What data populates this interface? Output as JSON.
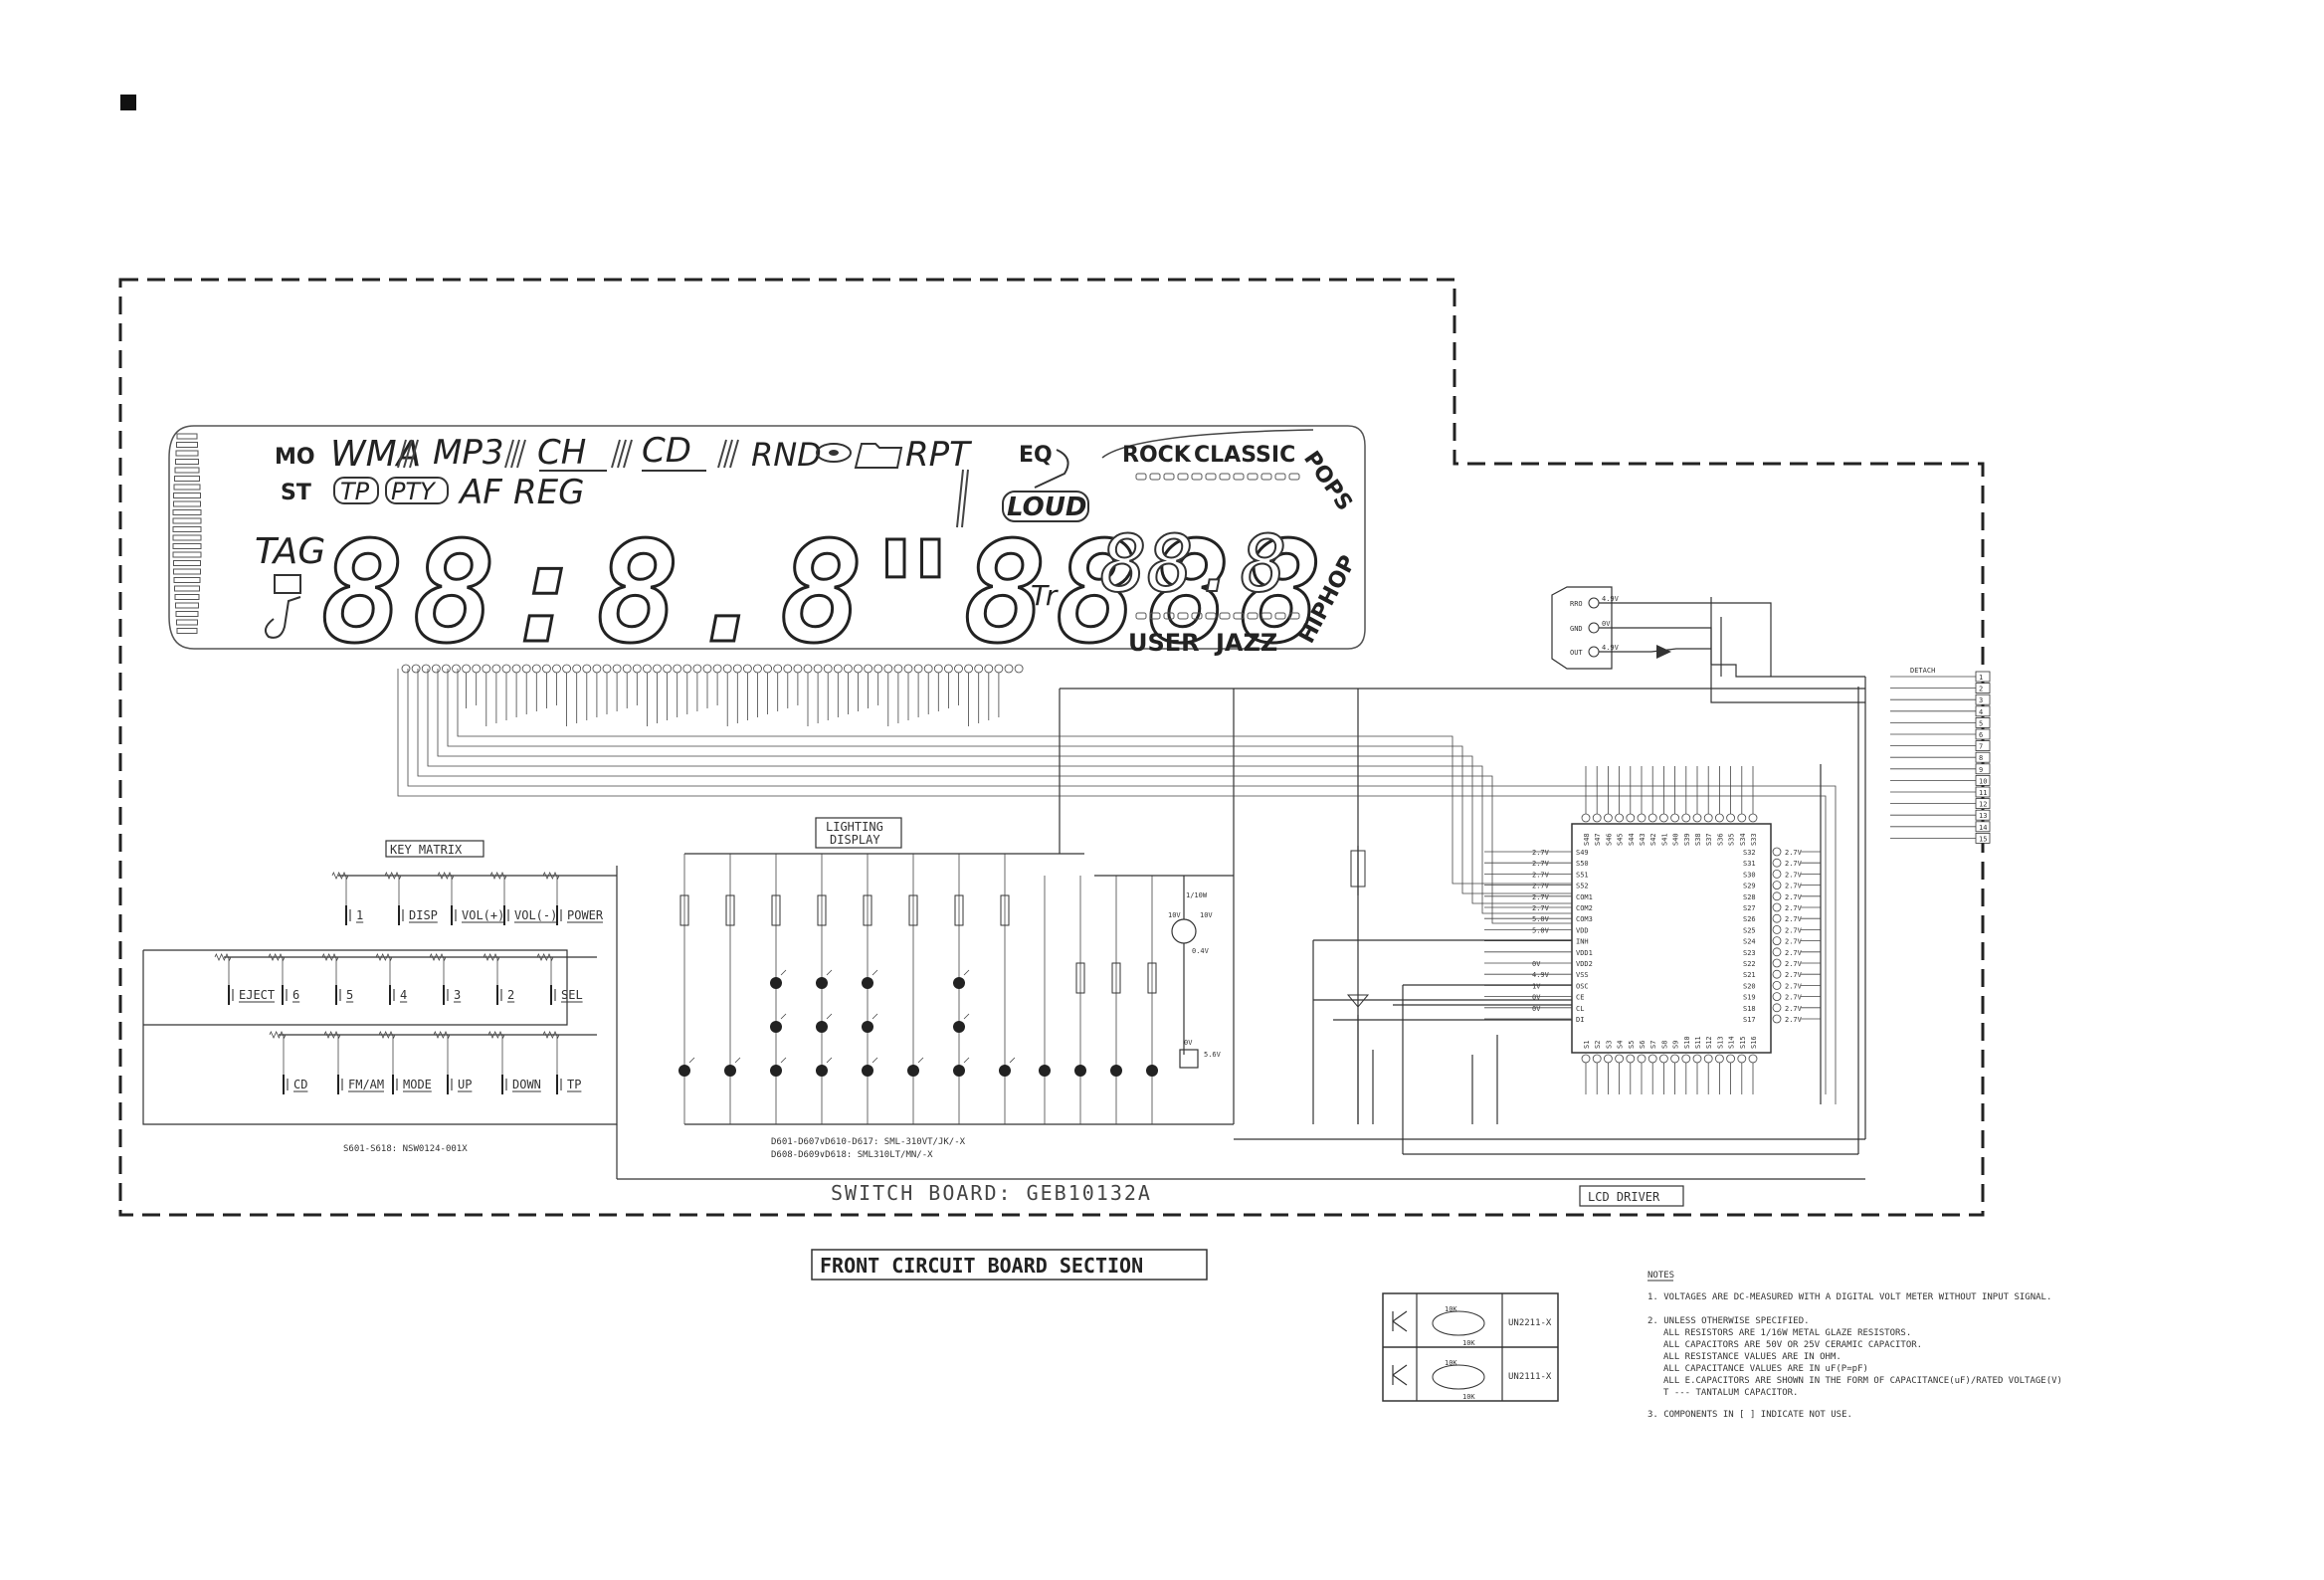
{
  "lcd": {
    "mo": "MO",
    "st": "ST",
    "wma": "WMA",
    "mp3": "MP3",
    "ch": "CH",
    "cd": "CD",
    "rnd": "RND",
    "rpt": "RPT",
    "tp": "TP",
    "pty": "PTY",
    "af": "AF",
    "reg": "REG",
    "tag": "TAG",
    "eq": "EQ",
    "loud": "LOUD",
    "tr": "Tr",
    "rock": "ROCK",
    "classic": "CLASSIC",
    "pops": "POPS",
    "hiphop": "HIPHOP",
    "user": "USER",
    "jazz": "JAZZ",
    "segments": "88:8.8\"8888",
    "small_segments": "88.8"
  },
  "key_matrix": {
    "title": "KEY MATRIX",
    "row1": [
      "1",
      "DISP",
      "VOL(+)",
      "VOL(-)",
      "POWER"
    ],
    "row2": [
      "EJECT",
      "6",
      "5",
      "4",
      "3",
      "2",
      "SEL"
    ],
    "row3": [
      "CD",
      "FM/AM",
      "MODE",
      "UP",
      "DOWN",
      "TP"
    ],
    "part_note": "S601-S618: NSW0124-001X"
  },
  "lighting": {
    "title_line1": "LIGHTING",
    "title_line2": "DISPLAY",
    "note_line1": "D601-D607∨D610-D617: SML-310VT/JK/-X",
    "note_line2": "D608-D609∨D618: SML310LT/MN/-X",
    "res_label": "1/10W",
    "v1": "10V",
    "v2": "10V",
    "v3": "0.4V",
    "v4": "0V",
    "v5": "5.6V"
  },
  "lcd_driver": {
    "title": "LCD DRIVER",
    "left_pins": [
      "S49",
      "S50",
      "S51",
      "S52",
      "COM1",
      "COM2",
      "COM3",
      "VDD",
      "INH",
      "VDD1",
      "VDD2",
      "VSS",
      "OSC",
      "CE",
      "CL",
      "DI"
    ],
    "left_volts": [
      "2.7V",
      "2.7V",
      "2.7V",
      "2.7V",
      "2.7V",
      "2.7V",
      "5.0V",
      "5.0V",
      "",
      "",
      "0V",
      "4.9V",
      "1V",
      "0V",
      "0V",
      ""
    ],
    "right_pins": [
      "S32",
      "S31",
      "S30",
      "S29",
      "S28",
      "S27",
      "S26",
      "S25",
      "S24",
      "S23",
      "S22",
      "S21",
      "S20",
      "S19",
      "S18",
      "S17"
    ],
    "right_volt": "2.7V",
    "bottom_pins": [
      "S1",
      "S2",
      "S3",
      "S4",
      "S5",
      "S6",
      "S7",
      "S8",
      "S9",
      "S10",
      "S11",
      "S12",
      "S13",
      "S14",
      "S15",
      "S16"
    ],
    "top_pins": [
      "S48",
      "S47",
      "S46",
      "S45",
      "S44",
      "S43",
      "S42",
      "S41",
      "S40",
      "S39",
      "S38",
      "S37",
      "S36",
      "S35",
      "S34",
      "S33"
    ],
    "remote": [
      "RRO",
      "GND",
      "OUT"
    ],
    "remote_volts": [
      "4.9V",
      "0V",
      "4.9V"
    ],
    "detach": "DETACH",
    "connector_pins": [
      "1",
      "2",
      "3",
      "4",
      "5",
      "6",
      "7",
      "8",
      "9",
      "10",
      "11",
      "12",
      "13",
      "14",
      "15"
    ]
  },
  "board_label": "SWITCH BOARD: GEB10132A",
  "section_title": "FRONT CIRCUIT BOARD SECTION",
  "transistors": [
    {
      "r1": "10K",
      "r2": "10K",
      "part": "UN2211-X"
    },
    {
      "r1": "10K",
      "r2": "10K",
      "part": "UN2111-X"
    }
  ],
  "notes": {
    "heading": "NOTES",
    "n1": "1. VOLTAGES ARE DC-MEASURED WITH A DIGITAL VOLT METER WITHOUT INPUT SIGNAL.",
    "n2": "2. UNLESS OTHERWISE SPECIFIED.",
    "n2a": "ALL RESISTORS ARE 1/16W   METAL GLAZE  RESISTORS.",
    "n2b": "ALL CAPACITORS ARE 50V OR 25V CERAMIC CAPACITOR.",
    "n2c": "ALL RESISTANCE VALUES ARE IN OHM.",
    "n2d": "ALL CAPACITANCE VALUES ARE IN uF(P=pF)",
    "n2e": "ALL E.CAPACITORS ARE SHOWN IN THE FORM OF CAPACITANCE(uF)/RATED VOLTAGE(V)",
    "n2f": "T --- TANTALUM CAPACITOR.",
    "n3": "3. COMPONENTS IN [  ] INDICATE NOT USE."
  }
}
